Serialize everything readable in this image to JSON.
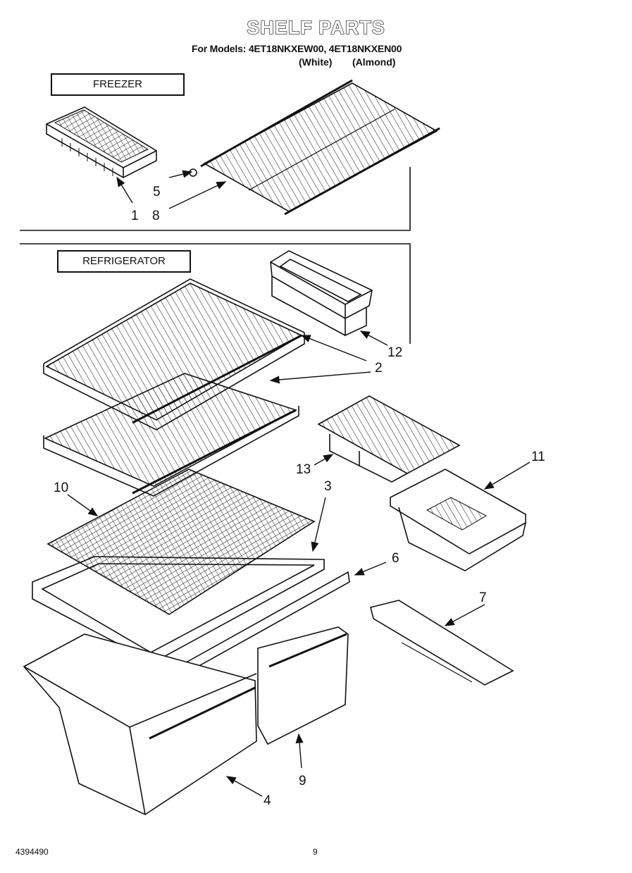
{
  "header": {
    "title": "SHELF PARTS",
    "models_line": "For Models: 4ET18NKXEW00, 4ET18NKXEN00",
    "finish_white": "(White)",
    "finish_almond": "(Almond)"
  },
  "sections": {
    "freezer": "FREEZER",
    "refrigerator": "REFRIGERATOR"
  },
  "callouts": {
    "c1": "1",
    "c2": "2",
    "c3": "3",
    "c4": "4",
    "c5": "5",
    "c6": "6",
    "c7": "7",
    "c8": "8",
    "c9": "9",
    "c10": "10",
    "c11": "11",
    "c12": "12",
    "c13": "13"
  },
  "footer": {
    "doc_number": "4394490",
    "page_number": "9"
  }
}
